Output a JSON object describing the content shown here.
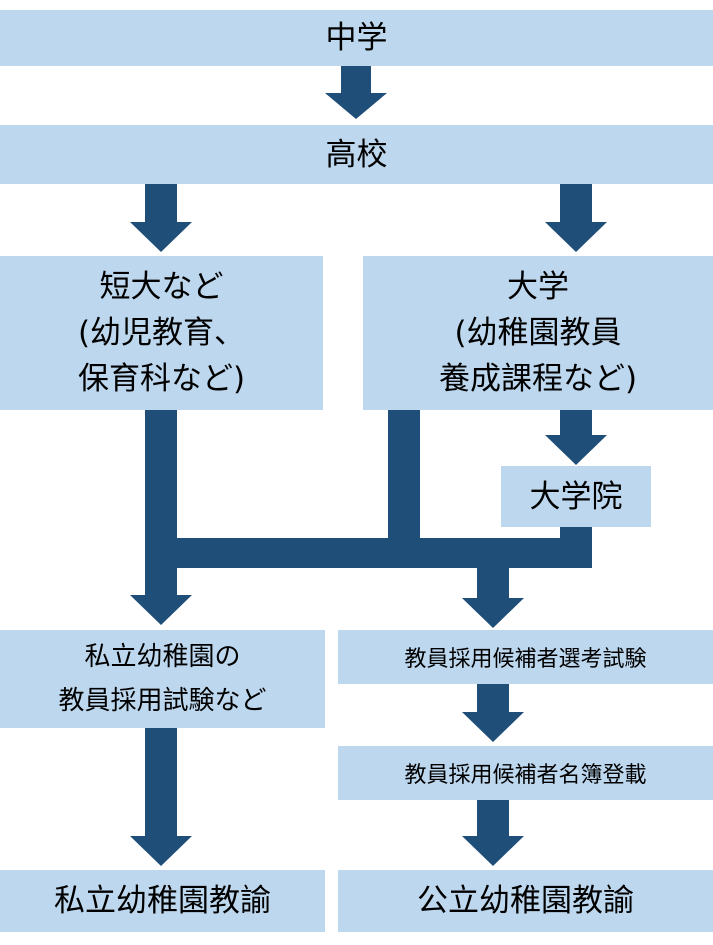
{
  "nodes": {
    "junior_high": "中学",
    "high_school": "高校",
    "junior_college": [
      "短大など",
      "(幼児教育、",
      "保育科など)"
    ],
    "university": [
      "大学",
      "(幼稚園教員",
      "養成課程など)"
    ],
    "graduate_school": "大学院",
    "private_exam": [
      "私立幼稚園の",
      "教員採用試験など"
    ],
    "public_exam": "教員採用候補者選考試験",
    "public_list": "教員採用候補者名簿登載",
    "private_teacher": "私立幼稚園教諭",
    "public_teacher": "公立幼稚園教諭"
  },
  "colors": {
    "box": "#bdd7ee",
    "arrow": "#1f4e79"
  }
}
